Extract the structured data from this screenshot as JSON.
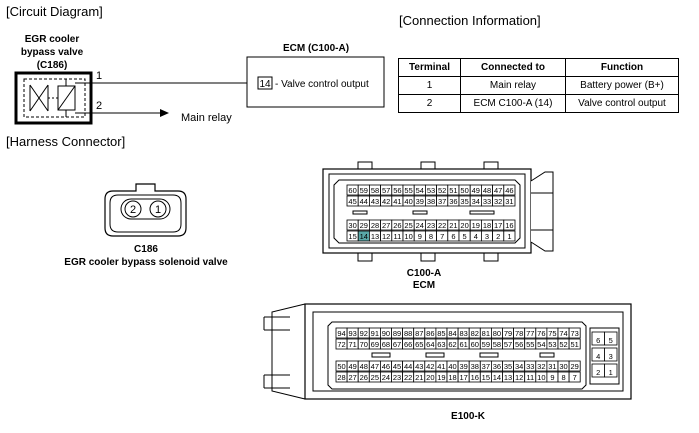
{
  "sections": {
    "circuit_diagram": "[Circuit Diagram]",
    "connection_information": "[Connection Information]",
    "harness_connector": "[Harness Connector]"
  },
  "circuit": {
    "valve_title": [
      "EGR cooler",
      "bypass valve",
      "(C186)"
    ],
    "pin1": "1",
    "pin2": "2",
    "main_relay": "Main relay",
    "ecm_title": "ECM (C100-A)",
    "ecm_pin": "14",
    "ecm_pin_label": "- Valve control output"
  },
  "connection_table": {
    "headers": [
      "Terminal",
      "Connected to",
      "Function"
    ],
    "rows": [
      [
        "1",
        "Main relay",
        "Battery power (B+)"
      ],
      [
        "2",
        "ECM C100-A (14)",
        "Valve control output"
      ]
    ]
  },
  "harness": {
    "c186_pins": [
      "2",
      "1"
    ],
    "c186_caption": [
      "C186",
      "EGR cooler bypass solenoid valve"
    ],
    "c100a_caption": [
      "C100-A",
      "ECM"
    ],
    "e100k_caption": "E100-K",
    "c100a_highlight_pin": "14",
    "colors": {
      "highlight": "#5aa8a8",
      "line": "#000000",
      "connector_fill": "#ffffff"
    },
    "c100a_rows": [
      [
        "60",
        "59",
        "58",
        "57",
        "56",
        "55",
        "54",
        "53",
        "52",
        "51",
        "50",
        "49",
        "48",
        "47",
        "46"
      ],
      [
        "45",
        "44",
        "43",
        "42",
        "41",
        "40",
        "39",
        "38",
        "37",
        "36",
        "35",
        "34",
        "33",
        "32",
        "31"
      ],
      [
        "30",
        "29",
        "28",
        "27",
        "26",
        "25",
        "24",
        "23",
        "22",
        "21",
        "20",
        "19",
        "18",
        "17",
        "16"
      ],
      [
        "15",
        "14",
        "13",
        "12",
        "11",
        "10",
        "9",
        "8",
        "7",
        "6",
        "5",
        "4",
        "3",
        "2",
        "1"
      ]
    ],
    "e100k_rows": [
      [
        "94",
        "93",
        "92",
        "91",
        "90",
        "89",
        "88",
        "87",
        "86",
        "85",
        "84",
        "83",
        "82",
        "81",
        "80",
        "79",
        "78",
        "77",
        "76",
        "75",
        "74",
        "73"
      ],
      [
        "72",
        "71",
        "70",
        "69",
        "68",
        "67",
        "66",
        "65",
        "64",
        "63",
        "62",
        "61",
        "60",
        "59",
        "58",
        "57",
        "56",
        "55",
        "54",
        "53",
        "52",
        "51"
      ],
      [
        "50",
        "49",
        "48",
        "47",
        "46",
        "45",
        "44",
        "43",
        "42",
        "41",
        "40",
        "39",
        "38",
        "37",
        "36",
        "35",
        "34",
        "33",
        "32",
        "31",
        "30",
        "29"
      ],
      [
        "28",
        "27",
        "26",
        "25",
        "24",
        "23",
        "22",
        "21",
        "20",
        "19",
        "18",
        "17",
        "16",
        "15",
        "14",
        "13",
        "12",
        "11",
        "10",
        "9",
        "8",
        "7"
      ]
    ],
    "e100k_side_rows": [
      [
        "6",
        "5"
      ],
      [
        "4",
        "3"
      ],
      [
        "2",
        "1"
      ]
    ]
  }
}
